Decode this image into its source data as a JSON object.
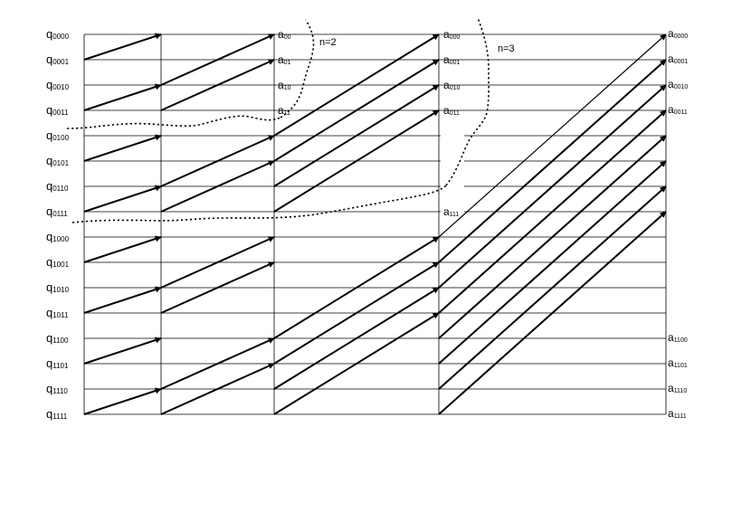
{
  "rows": {
    "q_labels": [
      "q",
      "q",
      "q",
      "q",
      "q",
      "q",
      "q",
      "q",
      "q",
      "q",
      "q",
      "q",
      "q",
      "q",
      "q",
      "q"
    ],
    "q_subs": [
      "0000",
      "0001",
      "0010",
      "0011",
      "0100",
      "0101",
      "0110",
      "0111",
      "1000",
      "1001",
      "1010",
      "1011",
      "1100",
      "1101",
      "1110",
      "1111"
    ]
  },
  "columns": {
    "col2_labels": [
      {
        "base": "a",
        "sub": "00"
      },
      {
        "base": "a",
        "sub": "01"
      },
      {
        "base": "a",
        "sub": "10"
      },
      {
        "base": "a",
        "sub": "11"
      }
    ],
    "col3_labels": [
      {
        "base": "a",
        "sub": "000"
      },
      {
        "base": "a",
        "sub": "001"
      },
      {
        "base": "a",
        "sub": "010"
      },
      {
        "base": "a",
        "sub": "011"
      },
      {
        "base": "a",
        "sub": "111"
      }
    ],
    "col4_top_labels": [
      {
        "base": "a",
        "sub": "0000"
      },
      {
        "base": "a",
        "sub": "0001"
      },
      {
        "base": "a",
        "sub": "0010"
      },
      {
        "base": "a",
        "sub": "0011"
      }
    ],
    "col4_bottom_labels": [
      {
        "base": "a",
        "sub": "1100"
      },
      {
        "base": "a",
        "sub": "1101"
      },
      {
        "base": "a",
        "sub": "1110"
      },
      {
        "base": "a",
        "sub": "1111"
      }
    ]
  },
  "annotations": {
    "n2": "n=2",
    "n3": "n=3"
  }
}
